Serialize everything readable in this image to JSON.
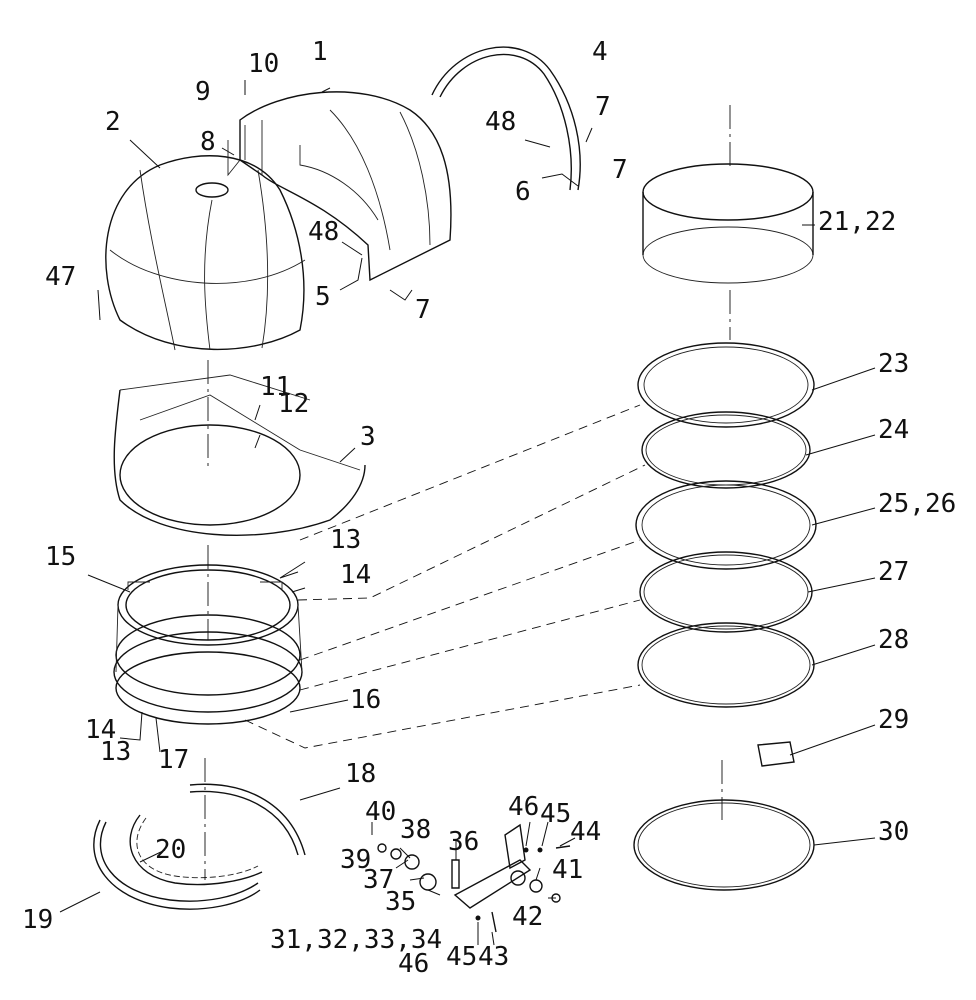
{
  "diagram": {
    "labels": {
      "p1": "1",
      "p2": "2",
      "p3": "3",
      "p4": "4",
      "p5": "5",
      "p6": "6",
      "p7a": "7",
      "p7b": "7",
      "p7c": "7",
      "p8": "8",
      "p9": "9",
      "p10": "10",
      "p11": "11",
      "p12": "12",
      "p13a": "13",
      "p13b": "13",
      "p14a": "14",
      "p14b": "14",
      "p15": "15",
      "p16": "16",
      "p17": "17",
      "p18": "18",
      "p19": "19",
      "p20": "20",
      "p21_22": "21,22",
      "p23": "23",
      "p24": "24",
      "p25_26": "25,26",
      "p27": "27",
      "p28": "28",
      "p29": "29",
      "p30": "30",
      "p31_34": "31,32,33,34",
      "p35": "35",
      "p36": "36",
      "p37": "37",
      "p38": "38",
      "p39": "39",
      "p40": "40",
      "p41": "41",
      "p42": "42",
      "p43": "43",
      "p44": "44",
      "p45a": "45",
      "p45b": "45",
      "p46a": "46",
      "p46b": "46",
      "p47": "47",
      "p48a": "48",
      "p48b": "48"
    }
  }
}
